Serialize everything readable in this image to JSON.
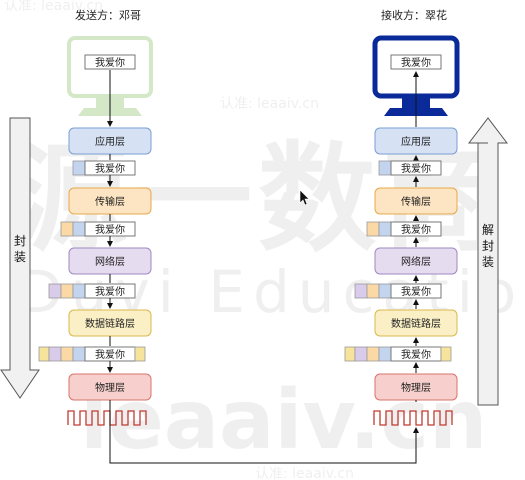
{
  "watermark": {
    "top_text": "认准: leaaiv.cn",
    "mid_text": "认准: leaaiv.cn",
    "bottom_text": "认准: leaaiv.cn",
    "big_cjk": "源一数商",
    "brand": "Duvi Education",
    "domain": "leaaiv.cn"
  },
  "sender": {
    "title": "发送方：邓哥",
    "monitor_color": "#d4e8c8",
    "message": "我爱你"
  },
  "receiver": {
    "title": "接收方：翠花",
    "monitor_color": "#0a2a9a",
    "message": "我爱你"
  },
  "layers": [
    {
      "name": "应用层",
      "fill": "#d6e2f4",
      "stroke": "#7a9ed3"
    },
    {
      "name": "传输层",
      "fill": "#fde4c2",
      "stroke": "#e7a84a"
    },
    {
      "name": "网络层",
      "fill": "#e6dcef",
      "stroke": "#a087c2"
    },
    {
      "name": "数据链路层",
      "fill": "#fbf0c5",
      "stroke": "#d8b94d"
    },
    {
      "name": "物理层",
      "fill": "#f7d0cd",
      "stroke": "#d8746c"
    }
  ],
  "packet_label": "我爱你",
  "header_colors": [
    "#c3d4ef",
    "#fbd9a6",
    "#d9cceb",
    "#f6e39c"
  ],
  "side_left": {
    "text": "封装",
    "chars": [
      "封",
      "装"
    ]
  },
  "side_right": {
    "text": "解封装",
    "chars": [
      "解",
      "封",
      "装"
    ]
  },
  "colors": {
    "line": "#111111",
    "box_border": "#777777",
    "side_arrow_fill": "#f1f1f1",
    "side_arrow_stroke": "#555555"
  }
}
